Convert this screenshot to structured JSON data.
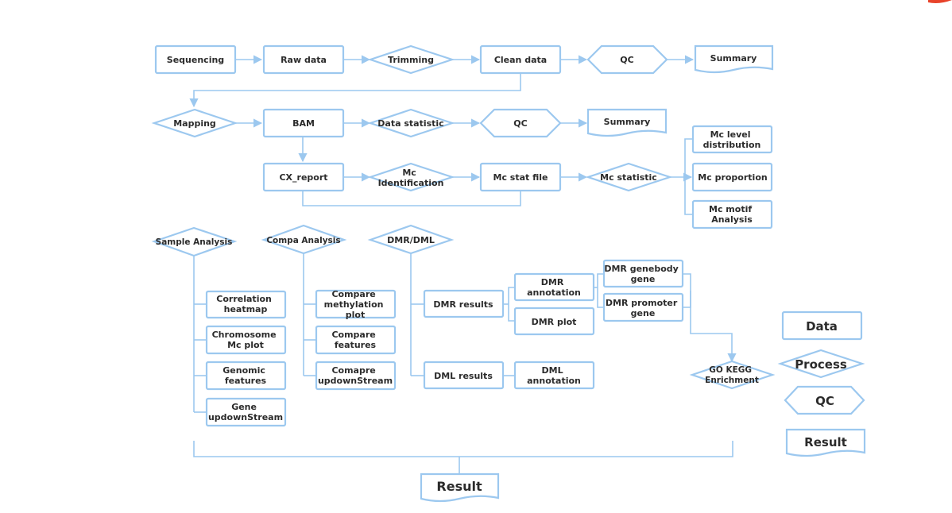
{
  "top_row": {
    "sequencing": "Sequencing",
    "raw_data": "Raw data",
    "trimming": "Trimming",
    "clean_data": "Clean data",
    "qc": "QC",
    "summary": "Summary"
  },
  "second_row": {
    "mapping": "Mapping",
    "bam": "BAM",
    "data_statistic": "Data statistic",
    "qc": "QC",
    "summary": "Summary"
  },
  "third_row": {
    "cx_report": "CX_report",
    "mc_identification": [
      "Mc",
      "Identification"
    ],
    "mc_stat_file": "Mc stat file",
    "mc_statistic": "Mc statistic",
    "mc_level_distribution": [
      "Mc level",
      "distribution"
    ],
    "mc_proportion": "Mc proportion",
    "mc_motif_analysis": [
      "Mc motif",
      "Analysis"
    ]
  },
  "analysis": {
    "sample_analysis": "Sample Analysis",
    "compa_analysis": "Compa Analysis",
    "dmr_dml": "DMR/DML",
    "correlation_heatmap": [
      "Correlation",
      "heatmap"
    ],
    "chromosome_mc_plot": [
      "Chromosome",
      "Mc plot"
    ],
    "genomic_features": [
      "Genomic",
      "features"
    ],
    "gene_updownstream": [
      "Gene",
      "updownStream"
    ],
    "compare_methylation_plot": [
      "Compare",
      "methylation",
      "plot"
    ],
    "compare_features": [
      "Compare",
      "features"
    ],
    "comapre_updownstream": [
      "Comapre",
      "updownStream"
    ],
    "dmr_results": "DMR results",
    "dml_results": "DML results",
    "dmr_annotation": [
      "DMR",
      "annotation"
    ],
    "dmr_plot": "DMR plot",
    "dml_annotation": [
      "DML",
      "annotation"
    ],
    "dmr_genebody_gene": [
      "DMR genebody",
      "gene"
    ],
    "dmr_promoter_gene": [
      "DMR promoter",
      "gene"
    ],
    "go_kegg_enrichment": [
      "GO KEGG",
      "Enrichment"
    ]
  },
  "result": "Result",
  "legend": {
    "data": "Data",
    "process": "Process",
    "qc": "QC",
    "result": "Result"
  },
  "colors": {
    "stroke": "#9cc8ef",
    "text": "#2b2b2b",
    "corner_accent": "#e8432a"
  }
}
